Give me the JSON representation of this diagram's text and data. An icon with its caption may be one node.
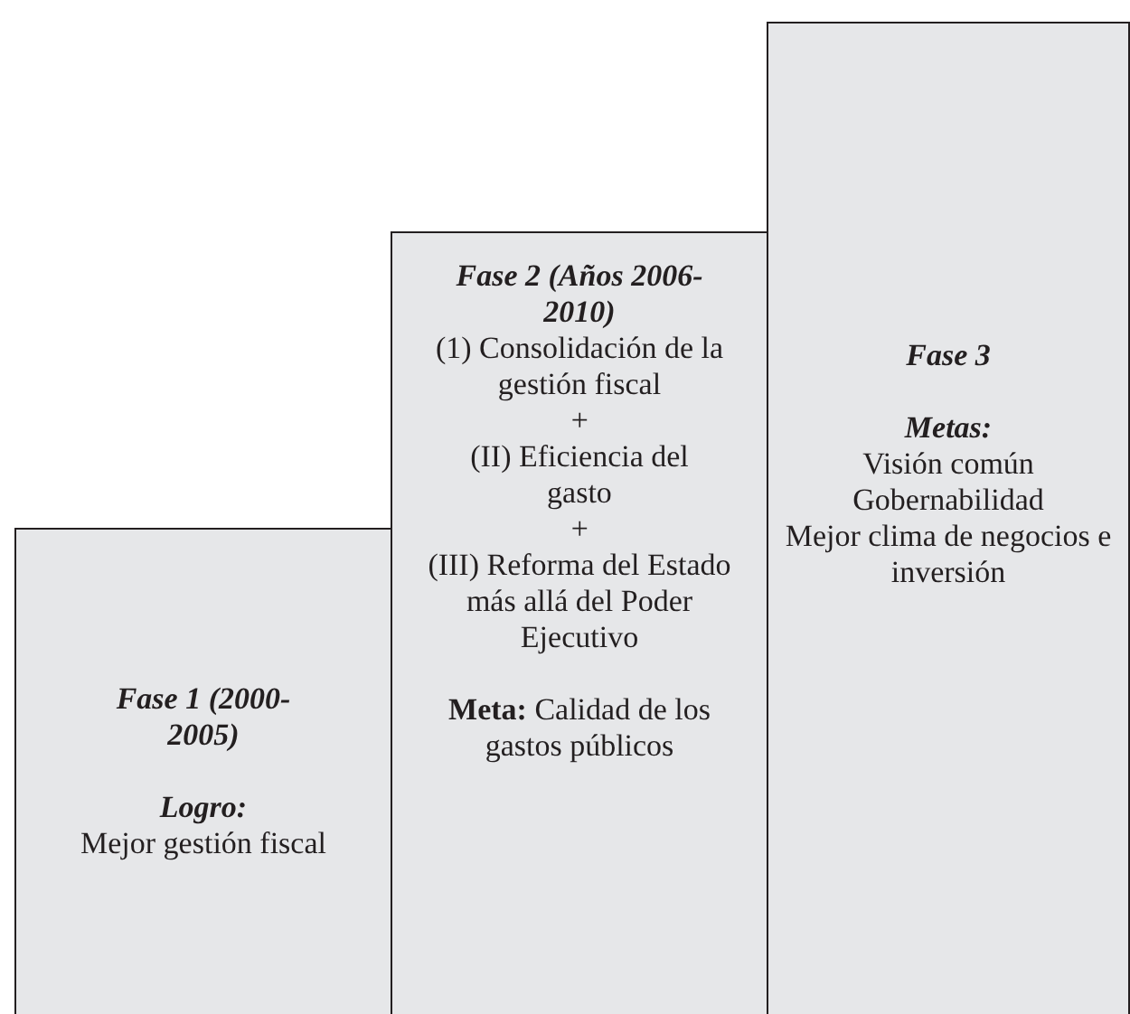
{
  "diagram": {
    "nodes": [
      {
        "text": [
          "Fase 1 (2000-2005)",
          "Logro:",
          "Mejor gestión fiscal"
        ]
      },
      {
        "text": [
          "Fase 2 (Años 2006-2010)",
          "(1) Consolidación de la gestión fiscal",
          "+",
          "(II) Eficiencia del gasto",
          "+",
          "(III) Reforma del Estado más allá del Poder Ejecutivo",
          "**Meta:** Calidad de los gastos públicos"
        ]
      },
      {
        "text": [
          "Fase 3",
          "Metas:",
          "Visión común",
          "Gobernabilidad",
          "Mejor clima de negocios e inversión"
        ]
      }
    ]
  }
}
